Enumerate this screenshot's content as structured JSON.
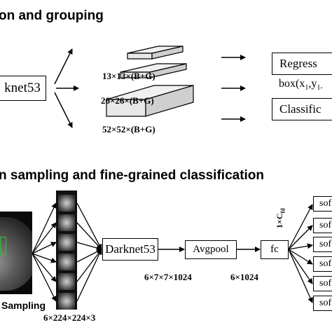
{
  "top_section": {
    "heading": "on and grouping",
    "backbone_label": "knet53",
    "scale_labels": [
      "13×13×(B+G)",
      "26×26×(B+G)",
      "52×52×(B+G)"
    ],
    "regress_label": "Regress",
    "box_formula_prefix": "box(x",
    "box_formula_y": ",y",
    "classific_label": "Classific"
  },
  "bottom_section": {
    "heading": "n sampling and fine-grained classification",
    "sampling_label": "Sampling",
    "thumbnail_dims": "6×224×224×3",
    "darknet_label": "Darknet53",
    "darknet_dims": "6×7×7×1024",
    "avgpool_label": "Avgpool",
    "avgpool_dims": "6×1024",
    "fc_label": "fc",
    "fc_out_prefix": "1×C",
    "fc_out_sub": "fd",
    "softmax_labels": [
      "sof",
      "sof",
      "sof",
      "sof",
      "sof",
      "sof"
    ]
  }
}
